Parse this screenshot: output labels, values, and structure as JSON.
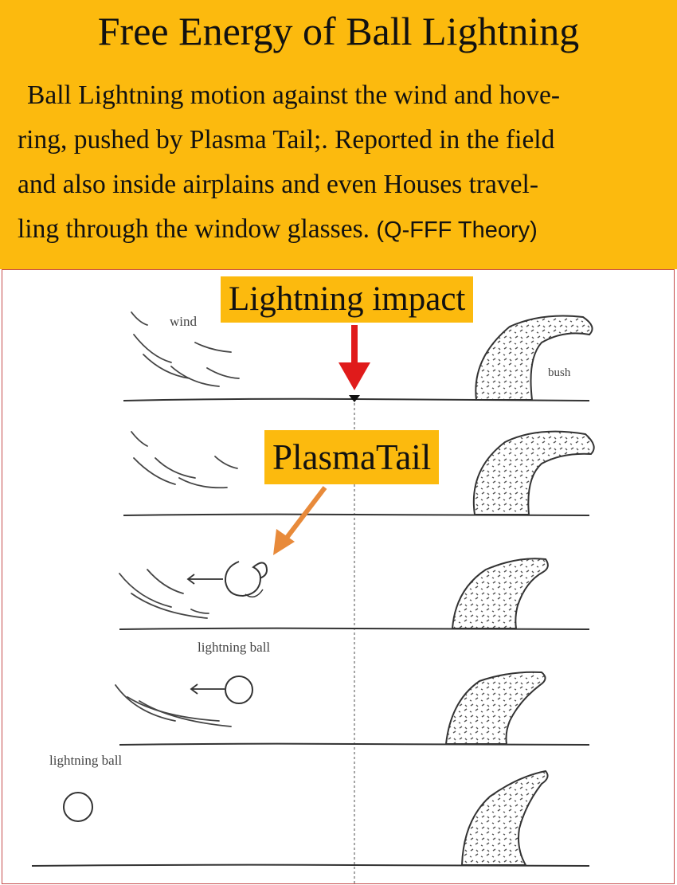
{
  "header": {
    "title": "Free Energy of Ball Lightning",
    "lines": [
      "Ball Lightning motion against the wind and hove-",
      "ring, pushed by Plasma Tail;. Reported in the field",
      "and also inside airplains and even Houses travel-",
      "ling through the window glasses."
    ],
    "theory": "(Q-FFF Theory)"
  },
  "diagram": {
    "callout_impact": "Lightning impact",
    "callout_plasma": "PlasmaTail",
    "label_wind": "wind",
    "label_bush": "bush",
    "label_ball_1": "lightning ball",
    "label_ball_2": "lightning ball"
  },
  "colors": {
    "header_bg": "#fcba0e",
    "impact_arrow": "#e01b1b",
    "plasma_arrow": "#e88a3a",
    "frame_border": "#c64a4a"
  }
}
